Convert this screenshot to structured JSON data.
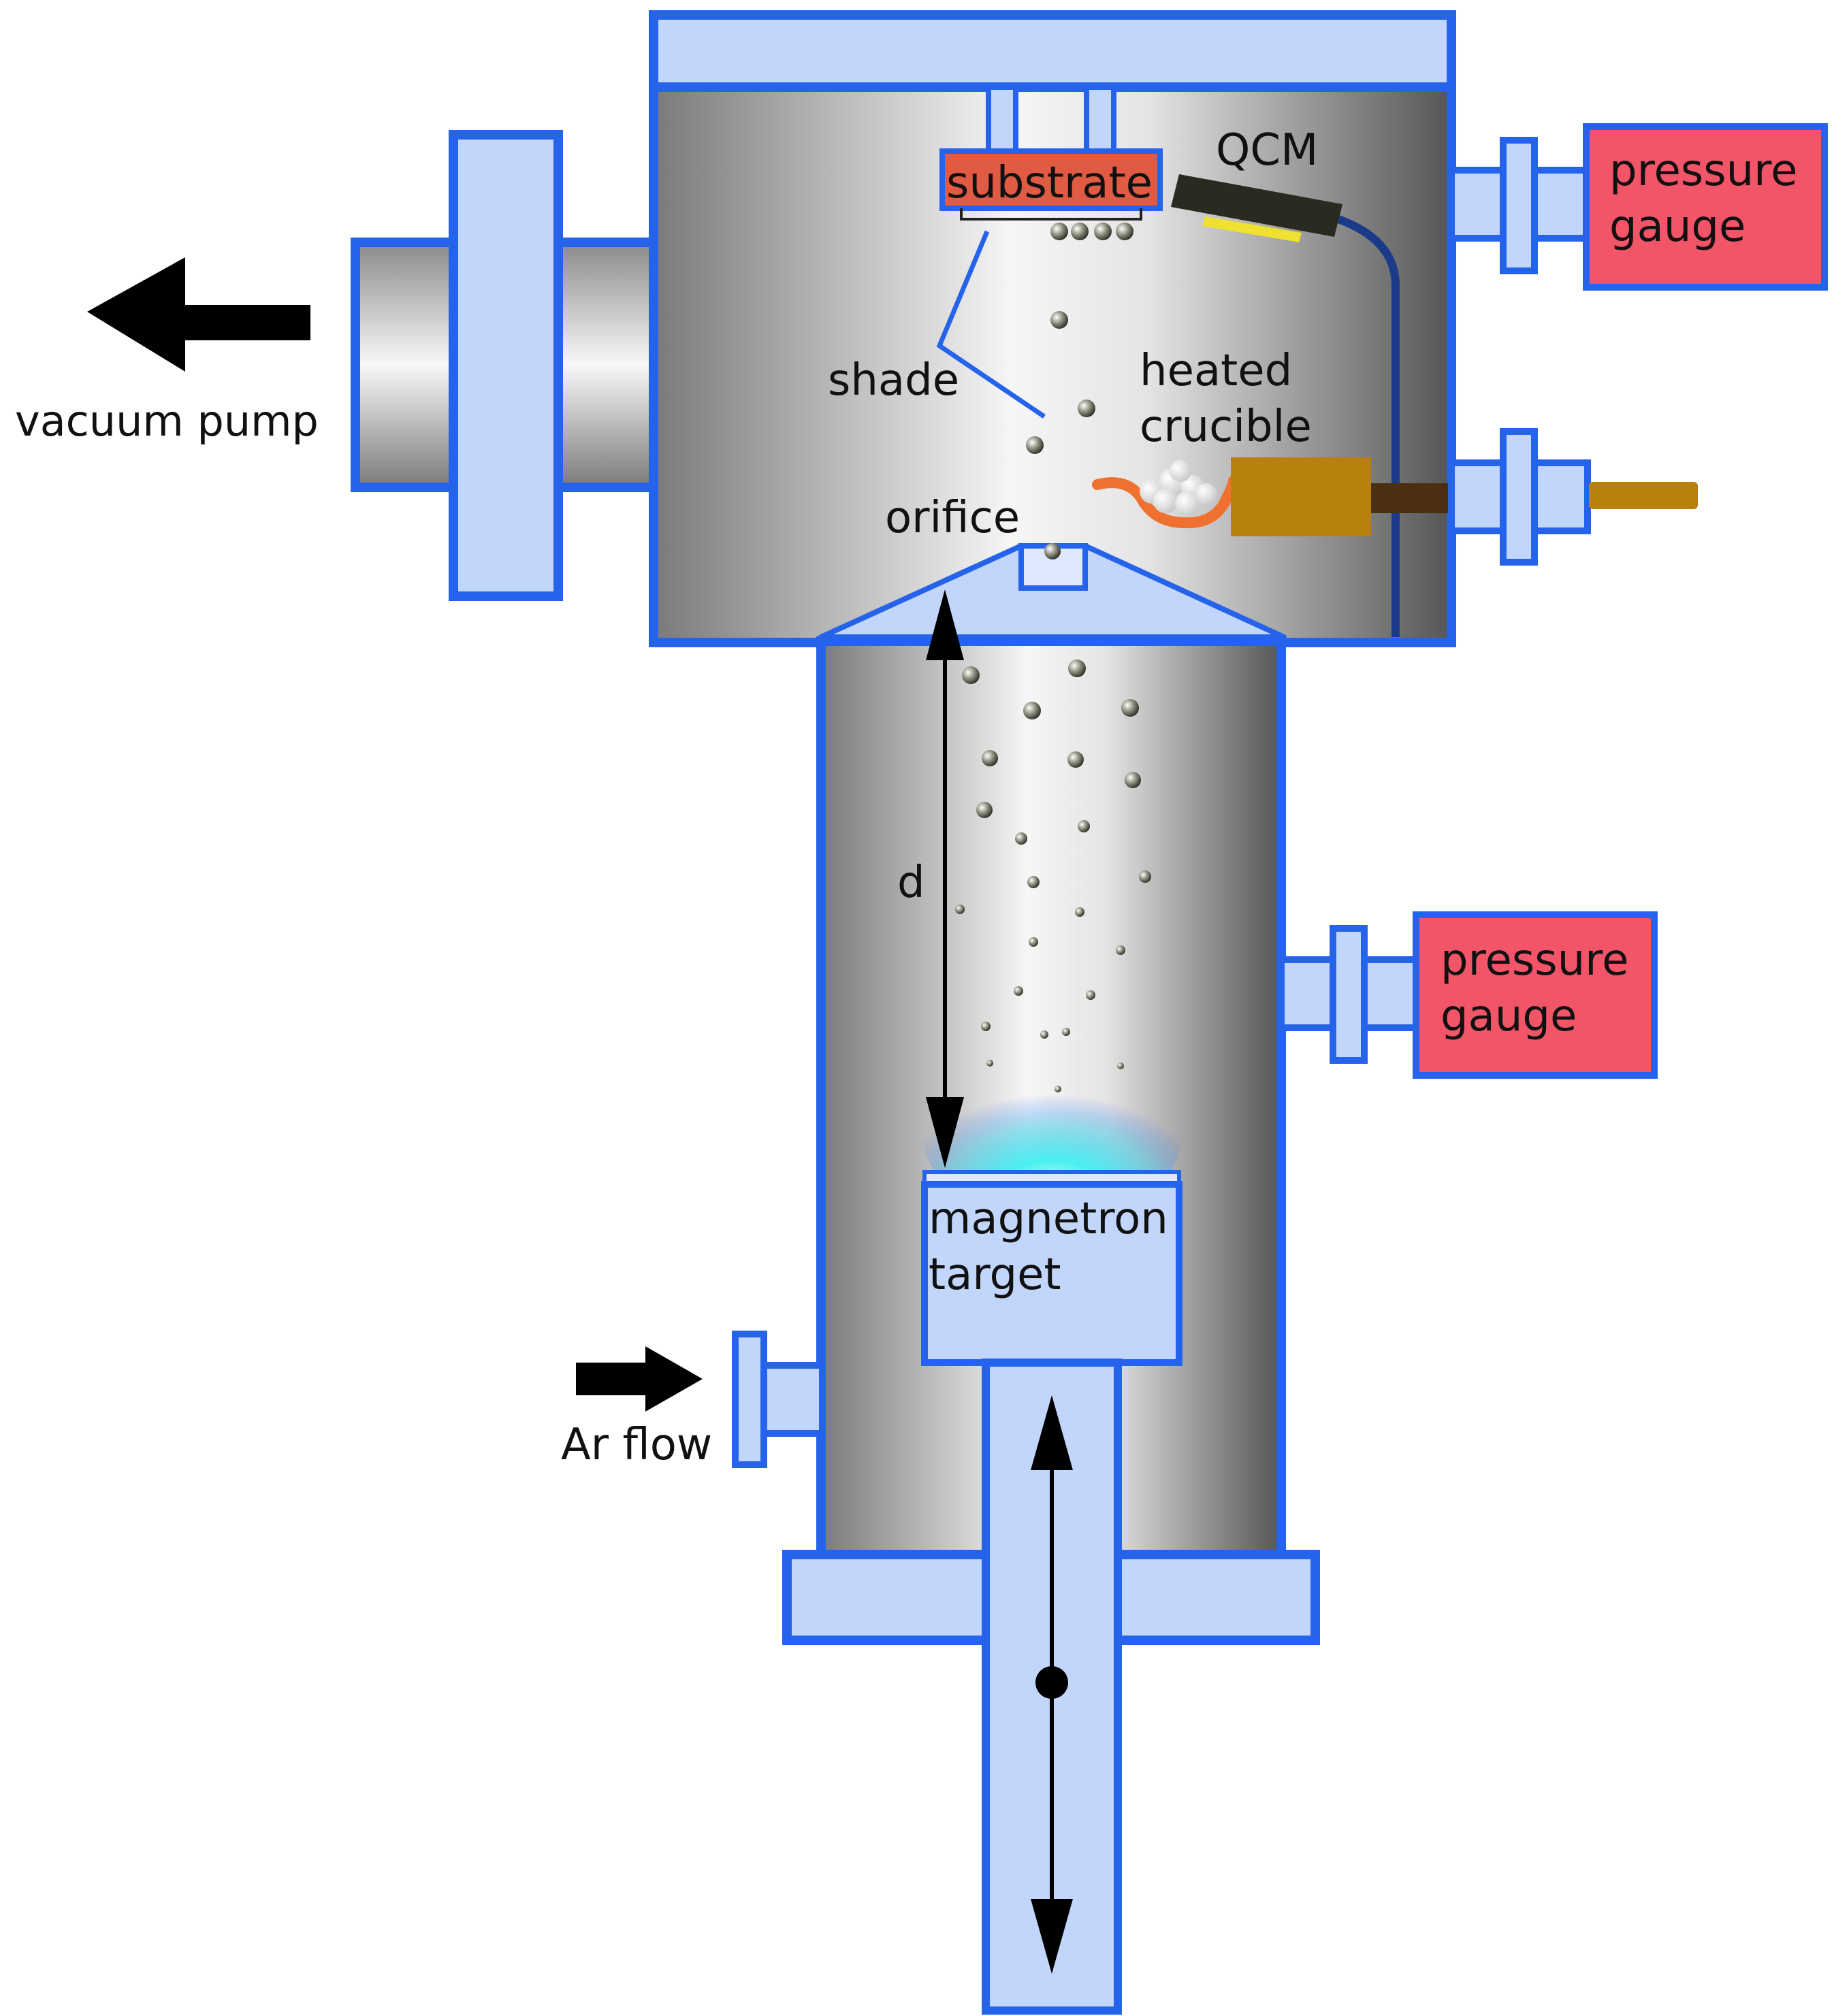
{
  "labels": {
    "vacuum_pump": "vacuum pump",
    "substrate": "substrate",
    "qcm": "QCM",
    "shade": "shade",
    "heated": "heated",
    "crucible": "crucible",
    "orifice": "orifice",
    "pressure_gauge_top_line1": "pressure",
    "pressure_gauge_top_line2": "gauge",
    "pressure_gauge_mid_line1": "pressure",
    "pressure_gauge_mid_line2": "gauge",
    "distance": "d",
    "magnetron_line1": "magnetron",
    "magnetron_line2": "target",
    "ar_flow": "Ar flow"
  },
  "colors": {
    "outline": "#2563eb",
    "flange_fill": "#c2d6fb",
    "gauge_fill": "#f25468",
    "substrate_fill": "#e05a44",
    "qcm_body": "#2a2a20",
    "qcm_crystal": "#f0e030",
    "crucible_heater": "#f07030",
    "feedthrough": "#b8800c",
    "feedthrough_rod_dark": "#4a3010",
    "plasma": "#40f0f0",
    "arrow": "#000000"
  }
}
